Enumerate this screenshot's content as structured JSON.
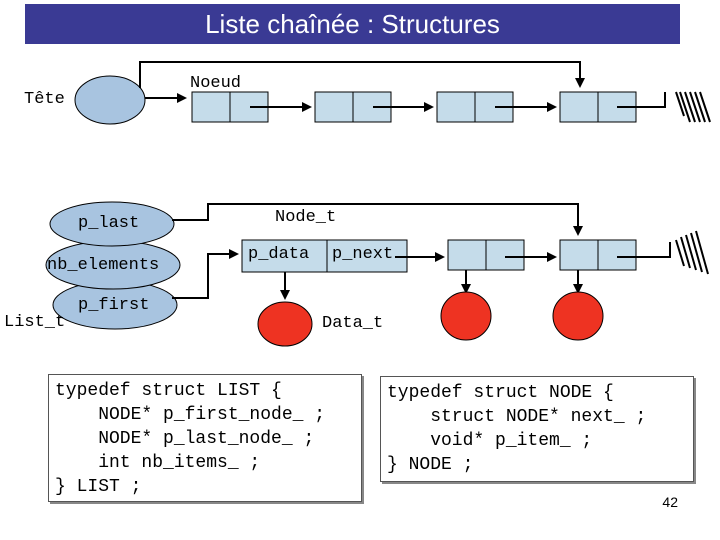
{
  "title": "Liste chaînée : Structures",
  "labels": {
    "tete": "Tête",
    "noeud": "Noeud",
    "node_t": "Node_t",
    "p_data": "p_data",
    "p_next": "p_next",
    "data_t": "Data_t",
    "p_last": "p_last",
    "nb_elements": "nb_elements",
    "p_first": "p_first",
    "list_t": "List_t"
  },
  "code_list": [
    "typedef struct LIST {",
    "    NODE* p_first_node_ ;",
    "    NODE* p_last_node_ ;",
    "    int nb_items_ ;",
    "} LIST ;"
  ],
  "code_node": [
    "typedef struct NODE {",
    "    struct NODE* next_ ;",
    "    void* p_item_ ;",
    "} NODE ;"
  ],
  "page_number": "42",
  "colors": {
    "title_bg": "#3a3a94",
    "node_fill": "#c5dcea",
    "oval_fill": "#a8c4e0",
    "data_fill": "#ee3322"
  }
}
